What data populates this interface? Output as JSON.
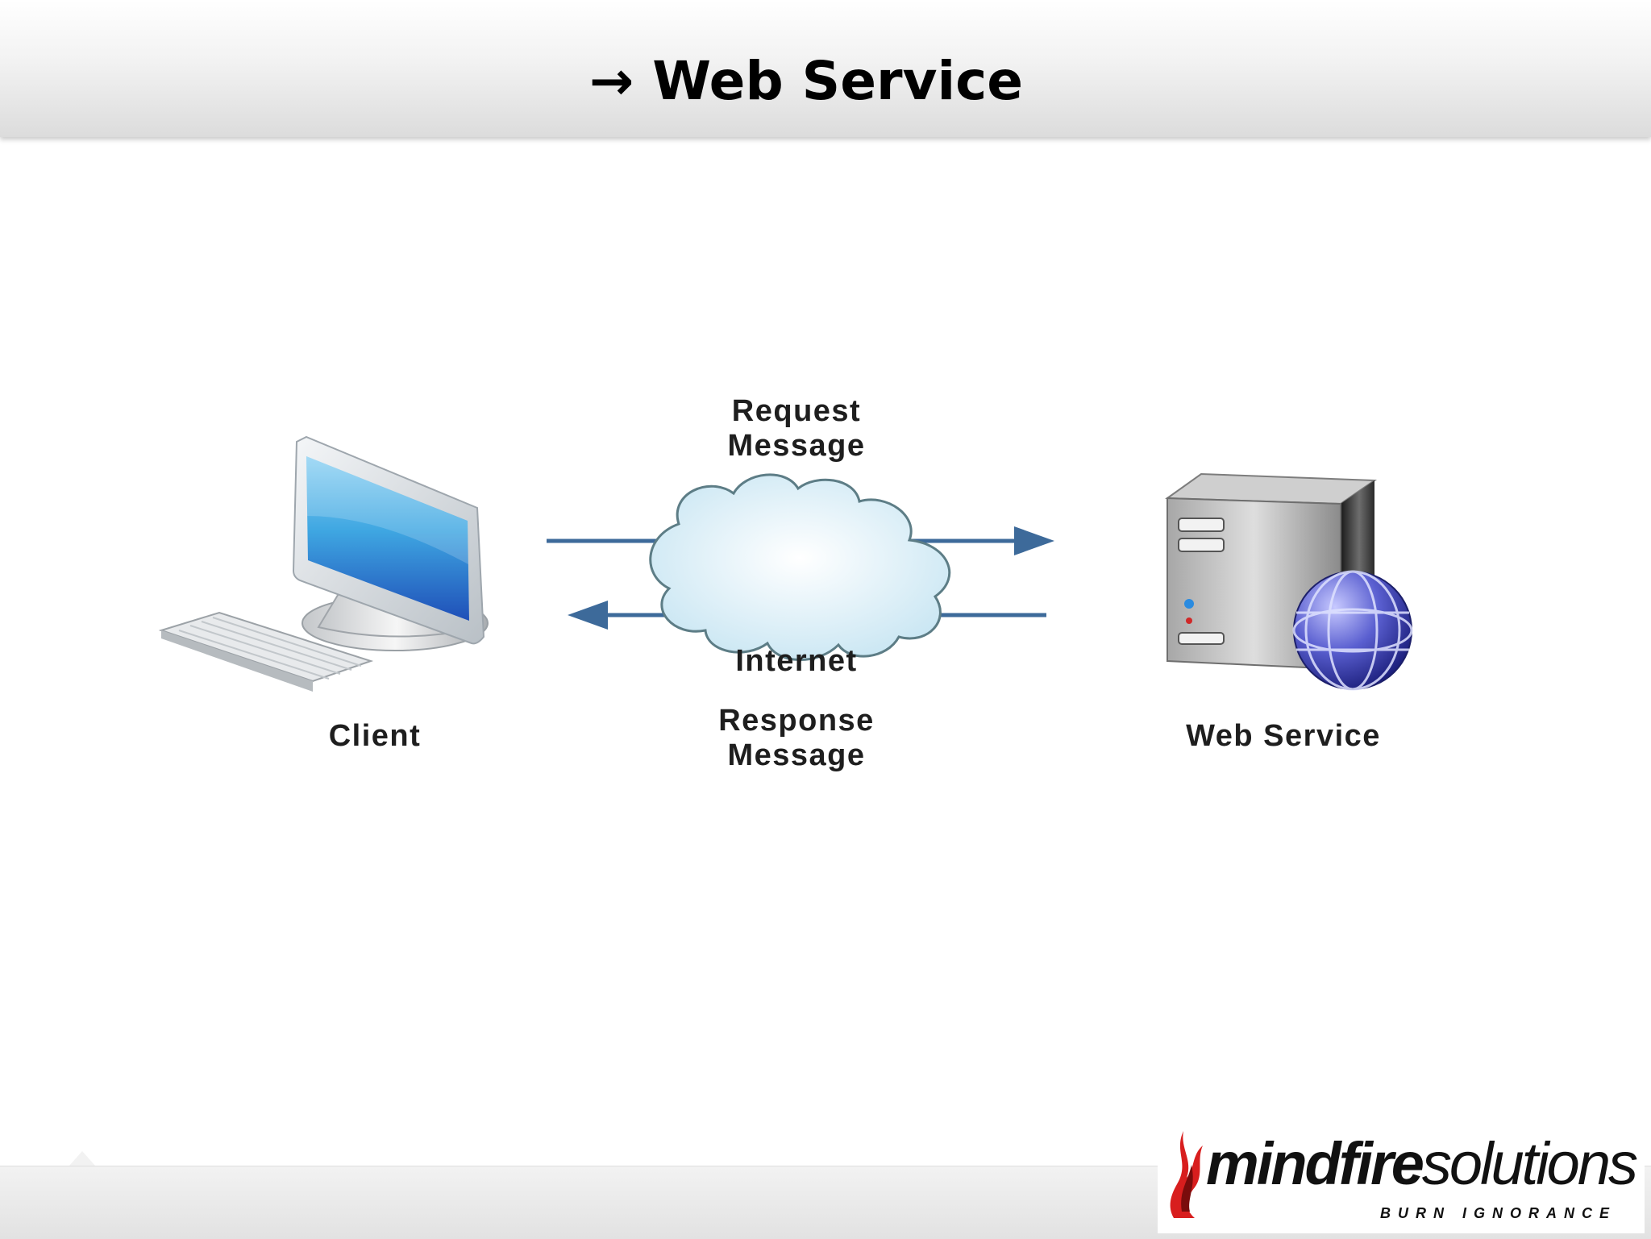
{
  "slide": {
    "title": "→ Web Service"
  },
  "diagram": {
    "client_label": "Client",
    "server_label": "Web Service",
    "network_label": "Internet",
    "request_line1": "Request",
    "request_line2": "Message",
    "response_line1": "Response",
    "response_line2": "Message"
  },
  "logo": {
    "name_bold": "mindfire",
    "name_regular": "solutions",
    "tagline": "BURN IGNORANCE"
  },
  "colors": {
    "arrow": "#3d6a9a",
    "screen": "#2f8fd6",
    "flame": "#d81e1e"
  },
  "icons": [
    "computer-icon",
    "keyboard-icon",
    "cloud-icon",
    "server-icon",
    "globe-icon",
    "flame-icon"
  ]
}
